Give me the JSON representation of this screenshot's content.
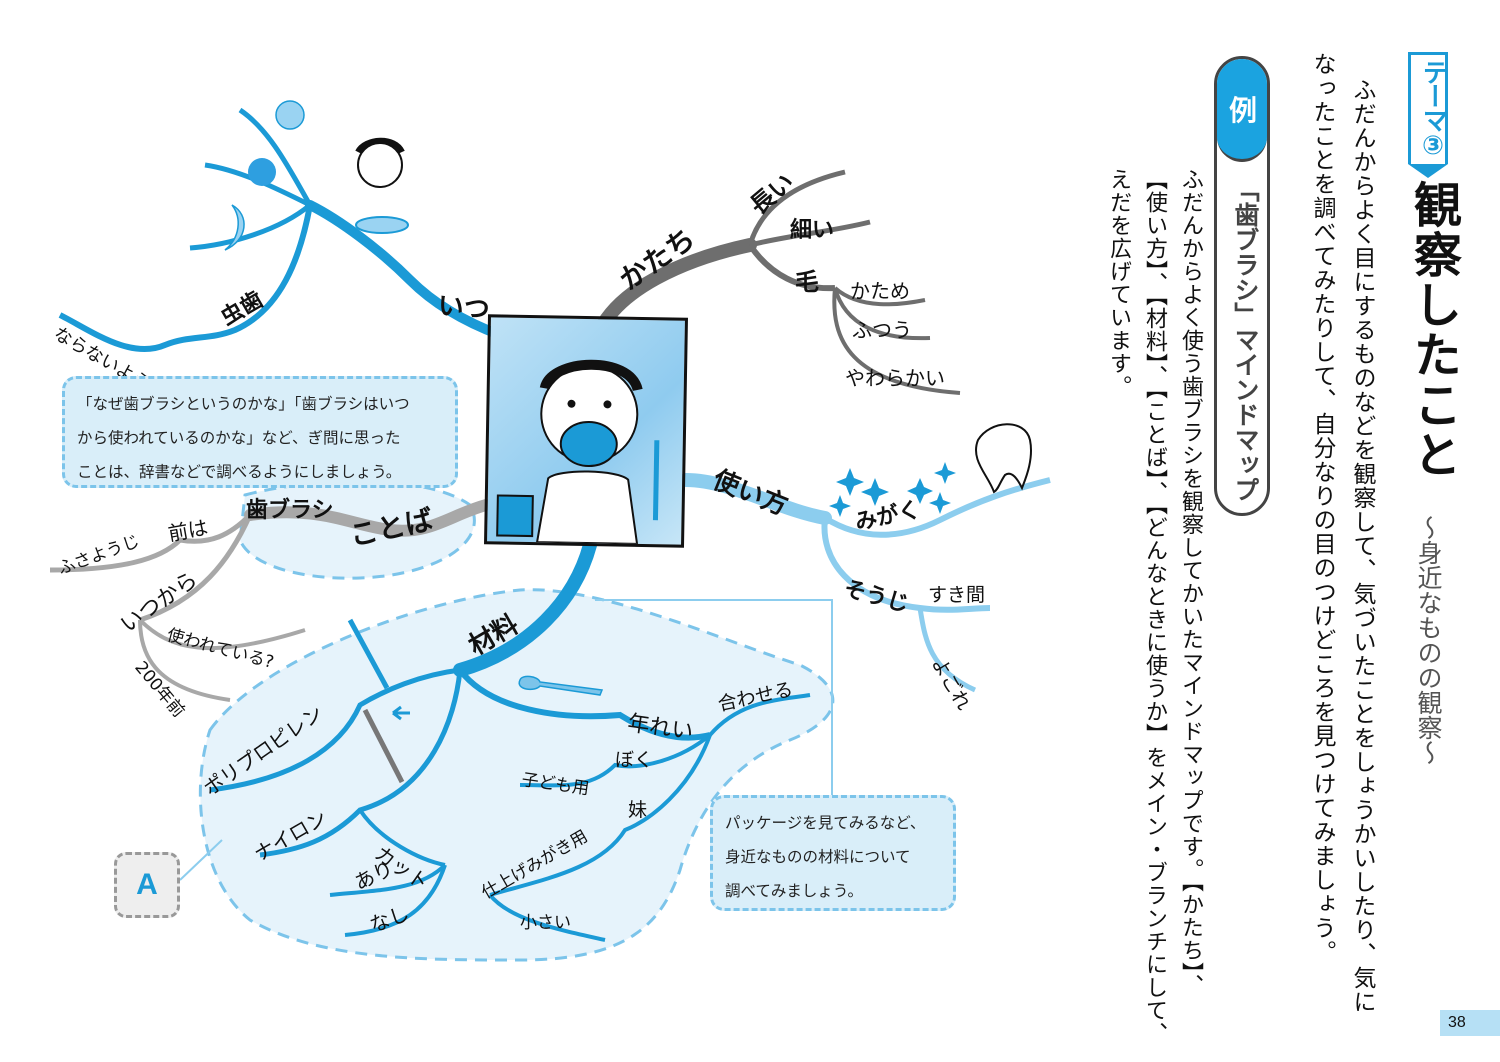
{
  "header": {
    "theme_tag": "テーマ③",
    "title": "観察したこと",
    "subtitle": "～身近なものの観察～",
    "intro_lines": [
      "ふだんからよく目にするものなどを観察して、気づいたことをしょうかいしたり、気に",
      "なったことを調べてみたりして、自分なりの目のつけどころを見つけてみましょう。"
    ]
  },
  "example": {
    "badge": "例",
    "heading": "「歯ブラシ」マインドマップ",
    "body_lines": [
      "ふだんからよく使う歯ブラシを観察してかいたマインドマップです。【かたち】、",
      "【使い方】、【材料】、【ことば】、【どんなときに使うか】をメイン・ブランチにして、",
      "えだを広げています。"
    ]
  },
  "notes": {
    "kotoba_note": [
      "「なぜ歯ブラシというのかな」「歯ブラシはいつ",
      "から使われているのかな」など、ぎ問に思った",
      "ことは、辞書などで調べるようにしましょう。"
    ],
    "material_note": [
      "パッケージを見てみるなど、",
      "身近なものの材料について",
      "調べてみましょう。"
    ],
    "badge_a": "A"
  },
  "mindmap": {
    "center": "歯ブラシ (mirror illustration)",
    "colors": {
      "blue": "#1b9ad6",
      "light_blue": "#8ccdee",
      "gray": "#6e6e6e",
      "light_gray": "#a8a8a8",
      "region": "#e3f2fb"
    },
    "branches": {
      "itsu": {
        "label": "いつ",
        "children": {
          "mushiba": "虫歯",
          "naranai": "ならないように"
        }
      },
      "katachi": {
        "label": "かたち",
        "children": {
          "nagai": "長い",
          "hosoi": "細い",
          "ke": "毛",
          "katame": "かため",
          "futsuu": "ふつう",
          "yawarakai": "やわらかい"
        }
      },
      "tsukaikata": {
        "label": "使い方",
        "children": {
          "migaku": "みがく",
          "souji": "そうじ",
          "sukima": "すき間",
          "yogore": "よごれ"
        }
      },
      "kotoba": {
        "label": "ことば",
        "children": {
          "haburashi": "歯ブラシ",
          "maewa": "前は",
          "fusayouji": "ふさようじ",
          "itsukara": "いつから",
          "tsukawarete": "使われている?",
          "nihyaku": "200年前"
        }
      },
      "zairyou": {
        "label": "材料",
        "children": {
          "poripuro": "ポリプロピレン",
          "nairon": "ナイロン",
          "katto": "カット",
          "ari": "あり",
          "nashi": "なし",
          "nenrei": "年れい",
          "awaseru": "合わせる",
          "boku": "ぼく",
          "kodomoyou": "子ども用",
          "imouto": "妹",
          "shiage": "仕上げみがき用",
          "chiisai": "小さい"
        }
      }
    }
  },
  "page_number": "38"
}
